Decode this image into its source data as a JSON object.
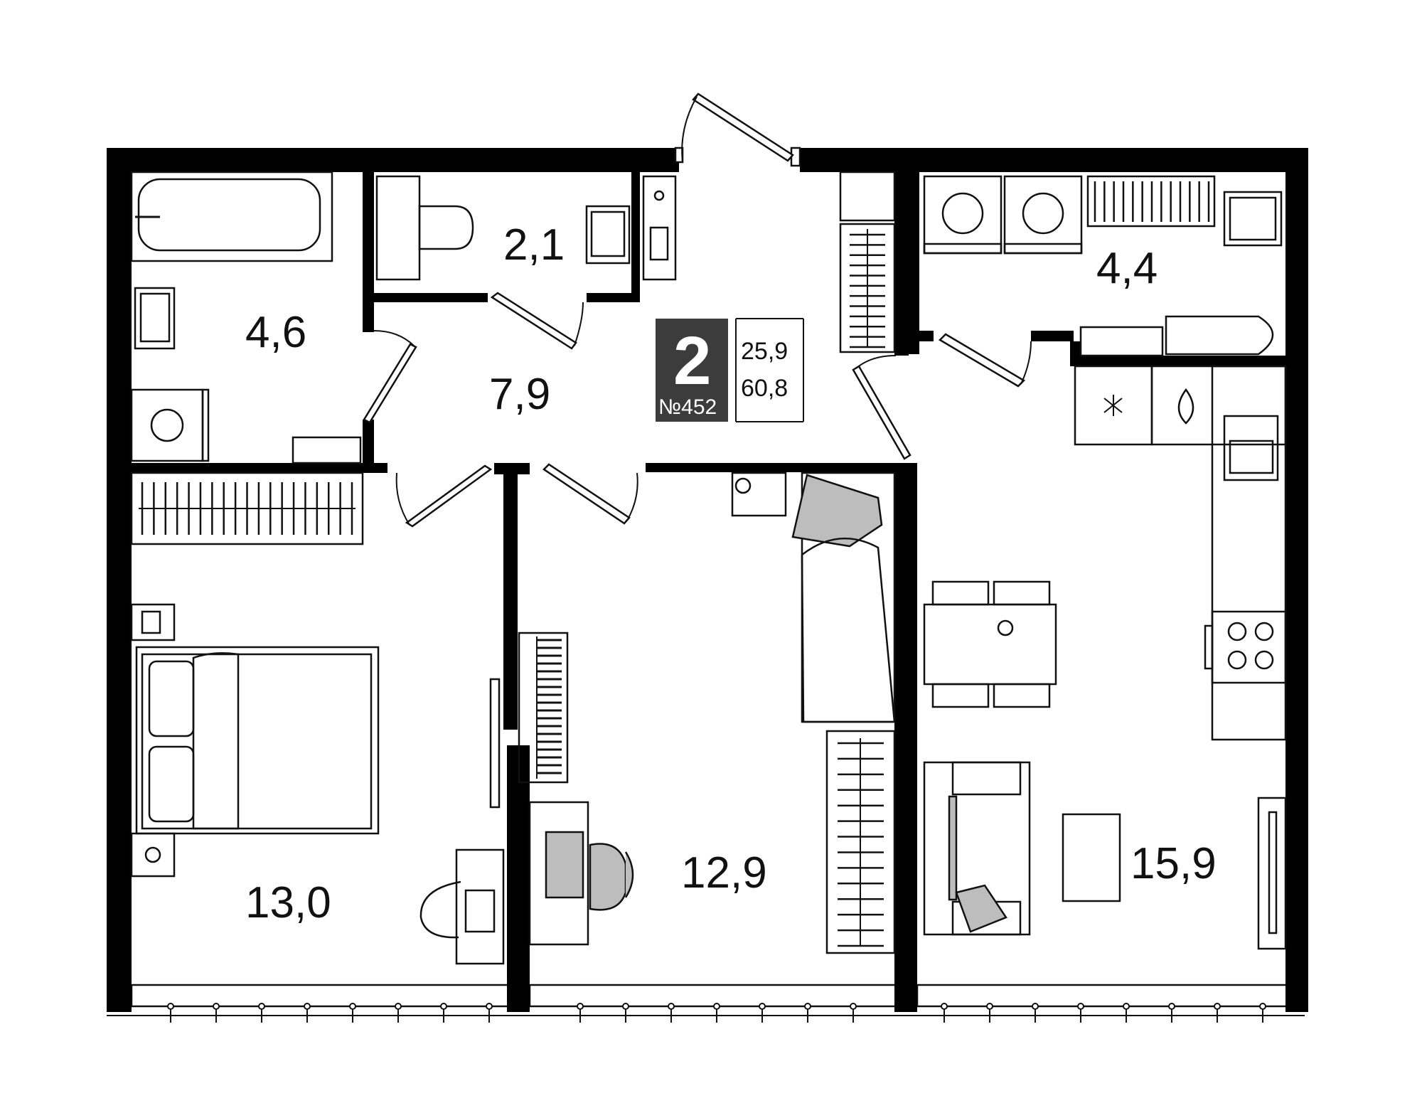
{
  "apartment": {
    "rooms_count": "2",
    "number": "№452",
    "living_area": "25,9",
    "total_area": "60,8",
    "badge_color": "#3c3c3c"
  },
  "rooms": {
    "bathroom": "4,6",
    "toilet": "2,1",
    "hall": "7,9",
    "laundry": "4,4",
    "bedroom": "13,0",
    "bedroom2": "12,9",
    "kitchen_living": "15,9"
  },
  "colors": {
    "wall": "#000000",
    "furniture_fill": "#bdbdbd",
    "line": "#111111"
  }
}
